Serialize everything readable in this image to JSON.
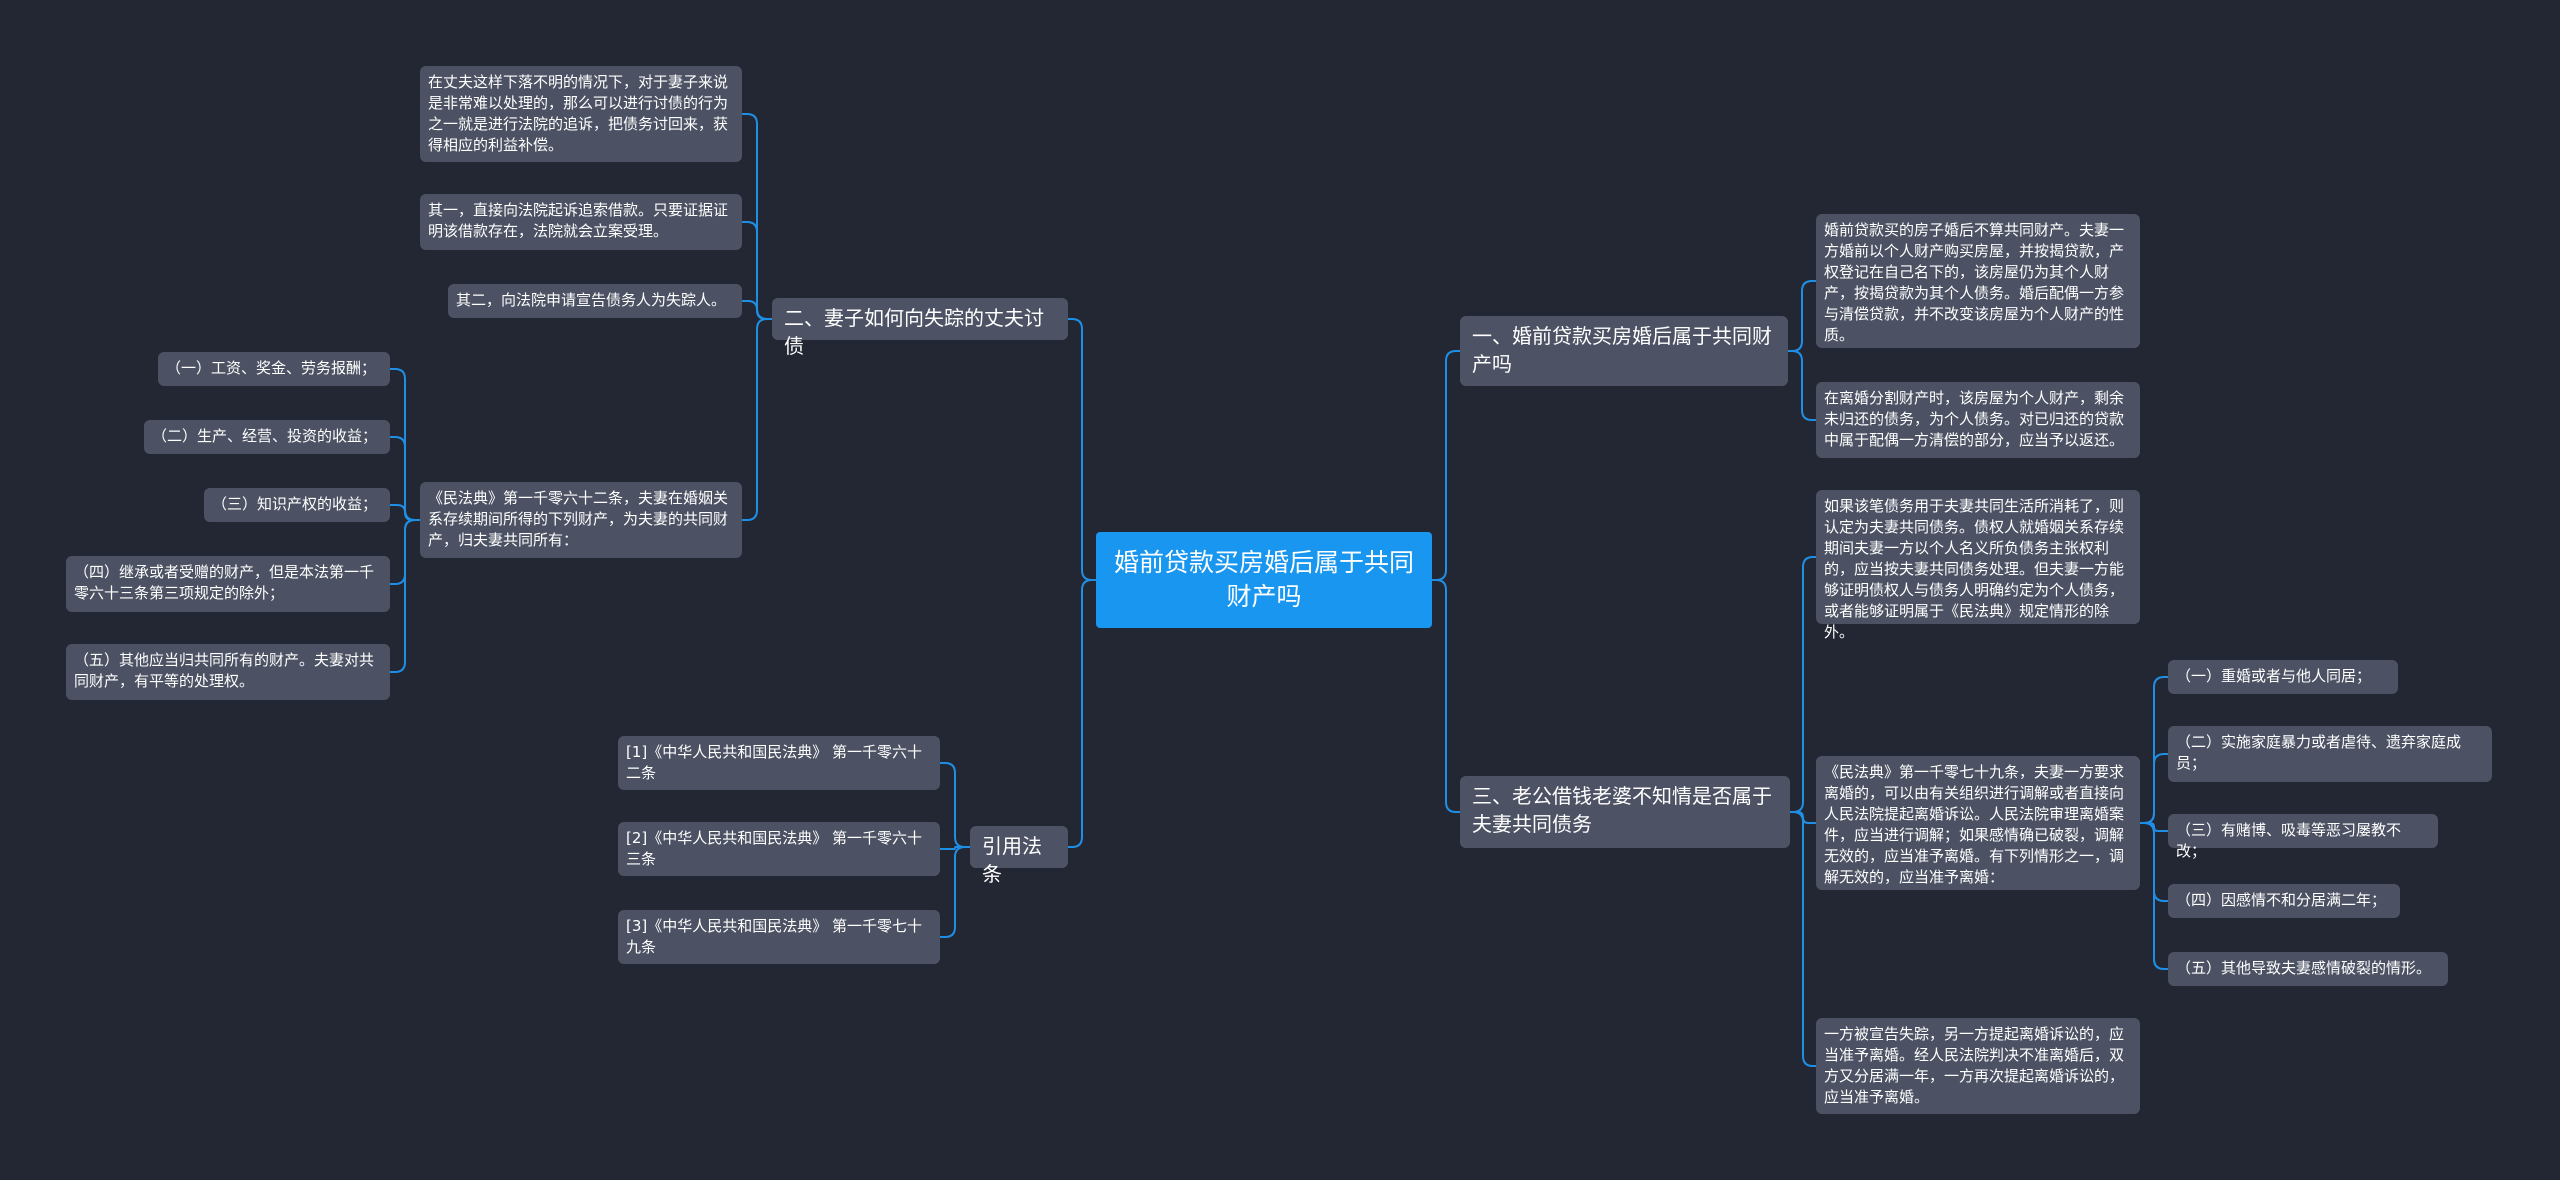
{
  "root": "婚前贷款买房婚后属于共同财产吗",
  "branches": {
    "b1": {
      "title": "一、婚前贷款买房婚后属于共同财产吗",
      "items": [
        "婚前贷款买的房子婚后不算共同财产。夫妻一方婚前以个人财产购买房屋，并按揭贷款，产权登记在自己名下的，该房屋仍为其个人财产，按揭贷款为其个人债务。婚后配偶一方参与清偿贷款，并不改变该房屋为个人财产的性质。",
        "在离婚分割财产时，该房屋为个人财产，剩余未归还的债务，为个人债务。对已归还的贷款中属于配偶一方清偿的部分，应当予以返还。"
      ]
    },
    "b2": {
      "title": "二、妻子如何向失踪的丈夫讨债",
      "items": [
        "在丈夫这样下落不明的情况下，对于妻子来说是非常难以处理的，那么可以进行讨债的行为之一就是进行法院的追诉，把债务讨回来，获得相应的利益补偿。",
        "其一，直接向法院起诉追索借款。只要证据证明该借款存在，法院就会立案受理。",
        "其二，向法院申请宣告债务人为失踪人。",
        "《民法典》第一千零六十二条，夫妻在婚姻关系存续期间所得的下列财产，为夫妻的共同财产，归夫妻共同所有："
      ],
      "sub": [
        "（一）工资、奖金、劳务报酬；",
        "（二）生产、经营、投资的收益；",
        "（三）知识产权的收益；",
        "（四）继承或者受赠的财产，但是本法第一千零六十三条第三项规定的除外；",
        "（五）其他应当归共同所有的财产。夫妻对共同财产，有平等的处理权。"
      ]
    },
    "b3": {
      "title": "三、老公借钱老婆不知情是否属于夫妻共同债务",
      "items": [
        "如果该笔债务用于夫妻共同生活所消耗了，则认定为夫妻共同债务。债权人就婚姻关系存续期间夫妻一方以个人名义所负债务主张权利的，应当按夫妻共同债务处理。但夫妻一方能够证明债权人与债务人明确约定为个人债务，或者能够证明属于《民法典》规定情形的除外。",
        "《民法典》第一千零七十九条，夫妻一方要求离婚的，可以由有关组织进行调解或者直接向人民法院提起离婚诉讼。人民法院审理离婚案件，应当进行调解；如果感情确已破裂，调解无效的，应当准予离婚。有下列情形之一，调解无效的，应当准予离婚：",
        "一方被宣告失踪，另一方提起离婚诉讼的，应当准予离婚。经人民法院判决不准离婚后，双方又分居满一年，一方再次提起离婚诉讼的，应当准予离婚。"
      ],
      "sub": [
        "（一）重婚或者与他人同居；",
        "（二）实施家庭暴力或者虐待、遗弃家庭成员；",
        "（三）有赌博、吸毒等恶习屡教不改；",
        "（四）因感情不和分居满二年；",
        "（五）其他导致夫妻感情破裂的情形。"
      ]
    },
    "b4": {
      "title": "引用法条",
      "items": [
        "[1]《中华人民共和国民法典》 第一千零六十二条",
        "[2]《中华人民共和国民法典》 第一千零六十三条",
        "[3]《中华人民共和国民法典》 第一千零七十九条"
      ]
    }
  },
  "colors": {
    "background": "#232733",
    "node": "#4c5263",
    "root": "#1896f0",
    "link": "#1f8fe6"
  }
}
